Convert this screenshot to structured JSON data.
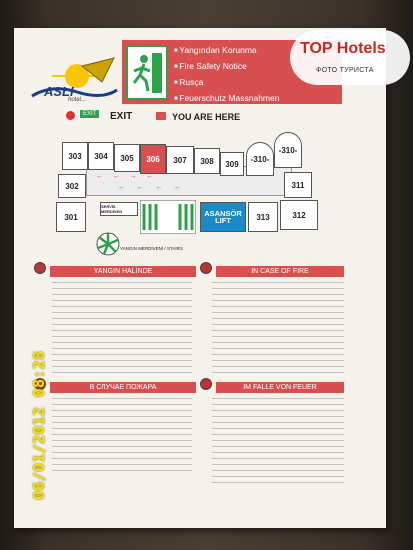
{
  "header": {
    "brand": "ASLI",
    "brand_sub": "hotel...",
    "titles": [
      "Yangından Korunma",
      "Fire Safety Notice",
      "Rusça",
      "Feuerschutz Massnahmen"
    ]
  },
  "watermark": {
    "main": "TOP Hotels",
    "sub": "ФОТО ТУРИСТА"
  },
  "legend": {
    "exit_chip": "EXIT",
    "exit_label": "EXIT",
    "here_label": "YOU ARE HERE"
  },
  "plan": {
    "rooms_top": [
      "303",
      "304",
      "305",
      "306",
      "307",
      "308",
      "309",
      "-310-",
      "-310-"
    ],
    "rooms_side": [
      "302",
      "301"
    ],
    "rooms_right": [
      "311",
      "313",
      "312"
    ],
    "lift": "ASANSÖR LIFT",
    "service": "SERVİS MERDİVEN",
    "stairs": "YANGIN MERDİVENİ / STAIRS"
  },
  "sections": {
    "tr_head": "YANGIN HALİNDE",
    "en_head": "IN CASE OF FIRE",
    "ru_head": "В СЛУЧАЕ ПОЖАРА",
    "de_head": "IM FALLE VON FEUER"
  },
  "stamp": "06/01/2012 08:28",
  "colors": {
    "red": "#d84f50",
    "green": "#2ca24a",
    "blue": "#1a8acb",
    "stamp": "#f6e000"
  }
}
